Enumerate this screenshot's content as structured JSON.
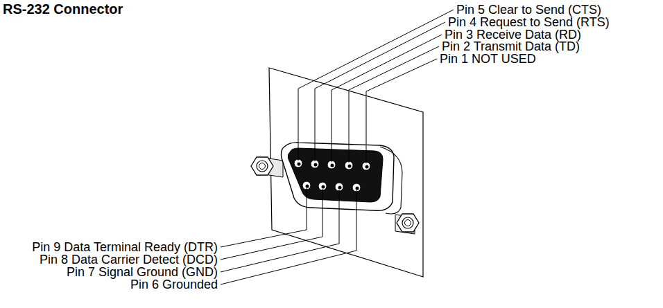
{
  "diagram": {
    "title": "RS-232 Connector",
    "labels": [
      "Pin 5 Clear to Send (CTS)",
      "Pin 4 Request to Send (RTS)",
      "Pin 3 Receive Data (RD)",
      "Pin 2 Transmit Data (TD)",
      "Pin 1 NOT USED",
      "Pin 9 Data Terminal Ready (DTR)",
      "Pin 8 Data Carrier Detect (DCD)",
      "Pin 7 Signal Ground (GND)",
      "Pin 6 Grounded"
    ]
  }
}
